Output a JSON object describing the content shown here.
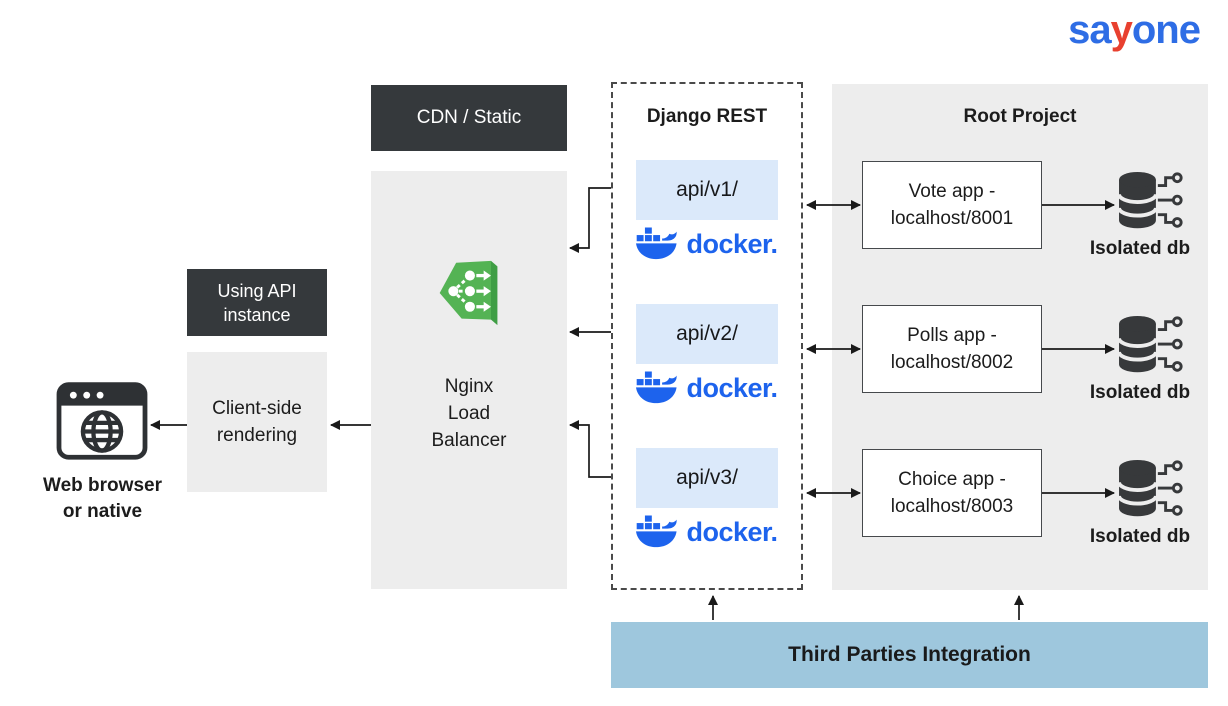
{
  "brand": {
    "prefix": "sa",
    "accent": "y",
    "suffix": "one"
  },
  "colors": {
    "dark_box": "#35393c",
    "panel_gray": "#ededed",
    "api_chip_blue": "#dbe9fa",
    "docker_blue": "#1d63ed",
    "third_parties_blue": "#9ec7dd",
    "nginx_green": "#54b354",
    "nginx_green_dark": "#3f9e45",
    "logo_blue": "#2e6de5",
    "logo_red": "#e8402f",
    "arrow": "#1a1a1a"
  },
  "icons": {
    "load_balancer": "load-balancer-icon",
    "docker_whale": "docker-whale-icon",
    "database": "database-icon",
    "web_browser": "web-browser-icon"
  },
  "cdn": {
    "label": "CDN / Static"
  },
  "nginx": {
    "label": "Nginx\nLoad\nBalancer"
  },
  "django": {
    "title": "Django REST",
    "endpoints": [
      {
        "path": "api/v1/",
        "runtime": "docker."
      },
      {
        "path": "api/v2/",
        "runtime": "docker."
      },
      {
        "path": "api/v3/",
        "runtime": "docker."
      }
    ]
  },
  "root": {
    "title": "Root Project",
    "apps": [
      {
        "label": "Vote app -\nlocalhost/8001",
        "db": "Isolated db"
      },
      {
        "label": "Polls app -\nlocalhost/8002",
        "db": "Isolated db"
      },
      {
        "label": "Choice app -\nlocalhost/8003",
        "db": "Isolated db"
      }
    ]
  },
  "client_flow": {
    "using_api": "Using API\ninstance",
    "client_side": "Client-side\nrendering",
    "browser": "Web browser\nor native"
  },
  "third_parties": {
    "label": "Third Parties Integration"
  }
}
